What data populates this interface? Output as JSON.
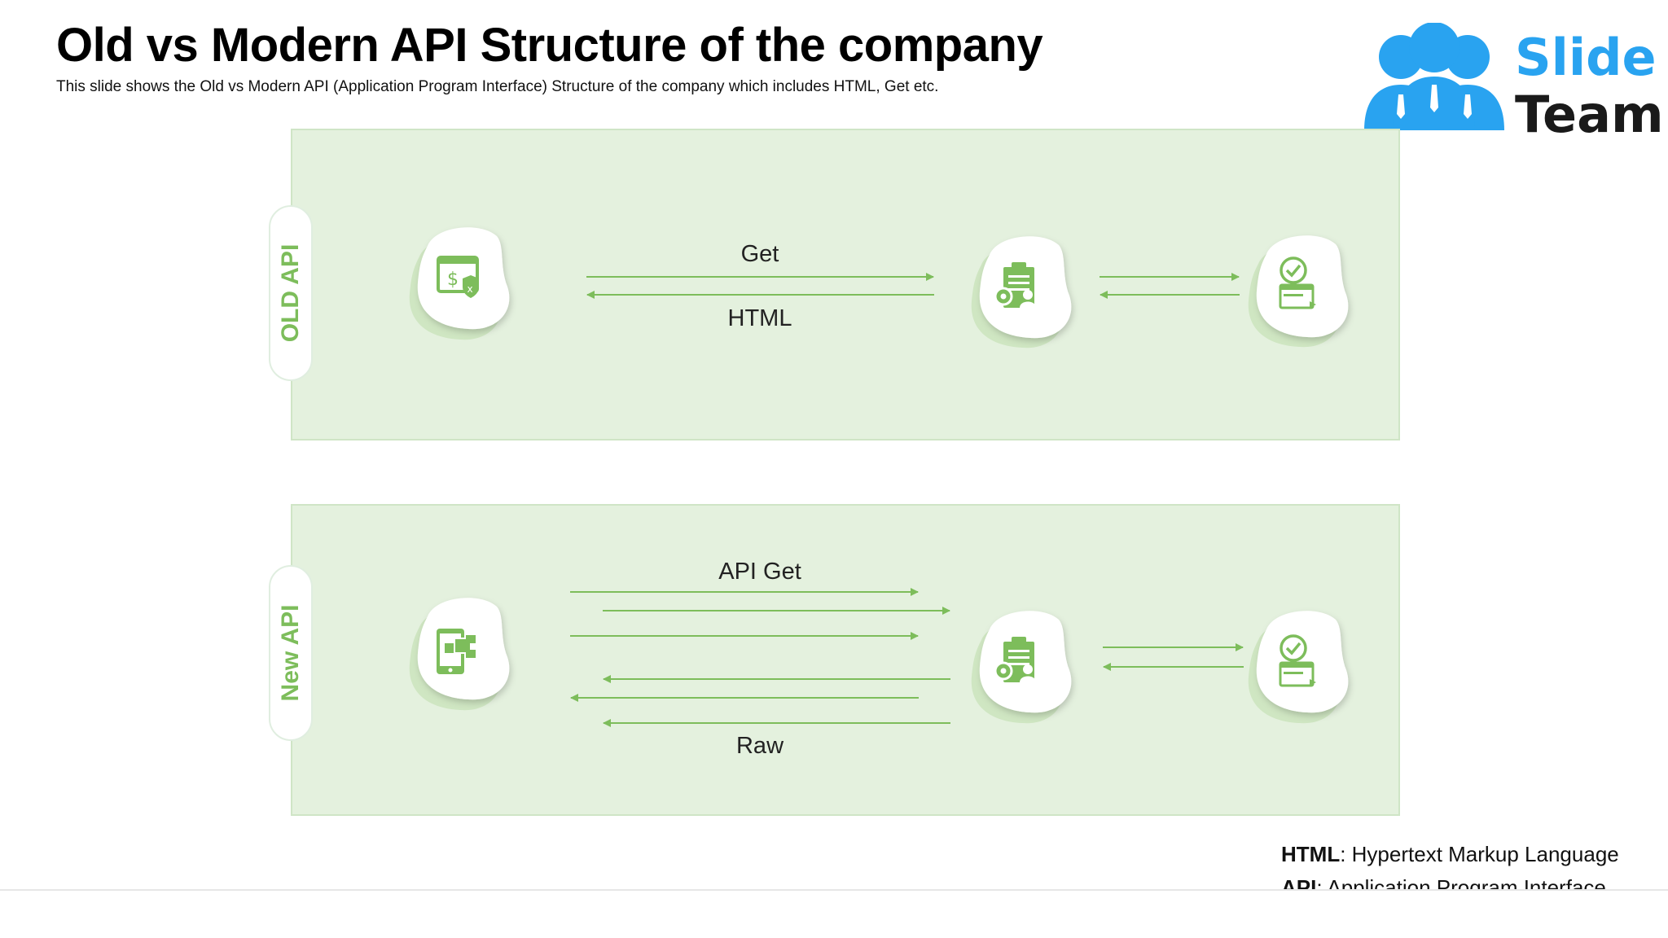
{
  "slide": {
    "title": "Old vs Modern API Structure of the company",
    "subtitle": "This slide shows the Old vs Modern API (Application Program Interface) Structure of the company which includes HTML, Get etc."
  },
  "logo": {
    "line1": "Slide",
    "line2": "Team"
  },
  "old_api": {
    "tab_label": "OLD API",
    "request_label": "Get",
    "response_label": "HTML",
    "icons": [
      "payment-window-icon",
      "server-document-icon",
      "checklist-icon"
    ]
  },
  "new_api": {
    "tab_label": "New API",
    "request_label": "API Get",
    "response_label": "Raw",
    "icons": [
      "mobile-app-icon",
      "server-document-icon",
      "checklist-icon"
    ]
  },
  "footnotes": [
    {
      "term": "HTML",
      "definition": ": Hypertext Markup Language"
    },
    {
      "term": "API",
      "definition": ": Application Program Interface"
    }
  ],
  "colors": {
    "accent_green": "#7dbd5b",
    "panel_fill": "#e4f1de",
    "logo_blue": "#29a3f0"
  }
}
